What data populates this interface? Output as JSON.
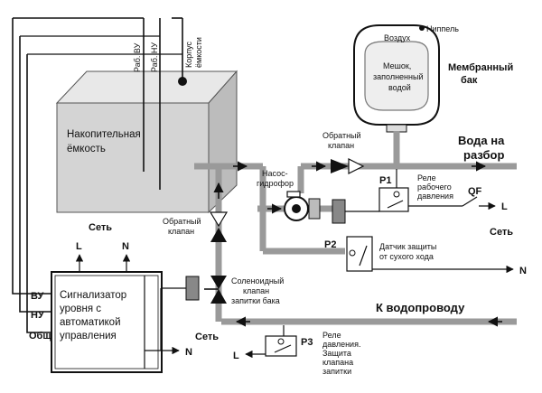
{
  "tank": {
    "label_line1": "Накопительная",
    "label_line2": "ёмкость",
    "probe_upper": "Раб. ВУ",
    "probe_lower": "Раб. НУ",
    "housing_line1": "Корпус",
    "housing_line2": "ёмкости"
  },
  "membrane_tank": {
    "nipple": "Ниппель",
    "air": "Воздух",
    "bag_line1": "Мешок,",
    "bag_line2": "заполненный",
    "bag_line3": "водой",
    "label_line1": "Мембранный",
    "label_line2": "бак"
  },
  "valves": {
    "check_top_line1": "Обратный",
    "check_top_line2": "клапан",
    "check_left_line1": "Обратный",
    "check_left_line2": "клапан",
    "solenoid_line1": "Соленоидный",
    "solenoid_line2": "клапан",
    "solenoid_line3": "запитки бака"
  },
  "pump": {
    "label_line1": "Насос-",
    "label_line2": "гидрофор"
  },
  "outlets": {
    "water_out_line1": "Вода на",
    "water_out_line2": "разбор",
    "to_main": "К водопроводу"
  },
  "relays": {
    "p1": "Р1",
    "p1_desc_line1": "Реле",
    "p1_desc_line2": "рабочего",
    "p1_desc_line3": "давления",
    "qf": "QF",
    "p2": "Р2",
    "p2_desc_line1": "Датчик защиты",
    "p2_desc_line2": "от сухого хода",
    "p3": "Р3",
    "p3_desc_line1": "Реле",
    "p3_desc_line2": "давления.",
    "p3_desc_line3": "Защита",
    "p3_desc_line4": "клапана",
    "p3_desc_line5": "запитки"
  },
  "controller": {
    "line1": "Сигнализатор",
    "line2": "уровня с",
    "line3": "автоматикой",
    "line4": "управления",
    "term_vu": "ВУ",
    "term_nu": "НУ",
    "term_common": "Общ"
  },
  "network": {
    "top_title": "Сеть",
    "top_l": "L",
    "top_n": "N",
    "right_title": "Сеть",
    "right_l": "L",
    "right_n": "N",
    "bottom_title": "Сеть",
    "bottom_l": "L",
    "bottom_n": "N"
  },
  "colors": {
    "pipe": "#9a9a9a",
    "tank_front": "#d4d4d4",
    "tank_top": "#e8e8e8",
    "tank_side": "#bcbcbc"
  }
}
